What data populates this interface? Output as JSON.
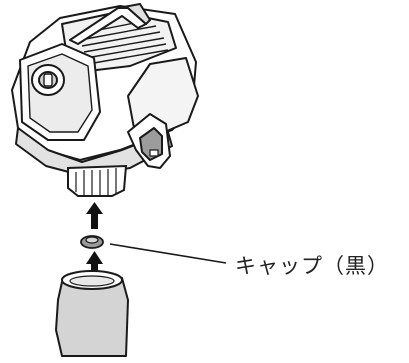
{
  "diagram": {
    "callout_label": "キャップ（黒）",
    "parts": {
      "device_body": "device-body",
      "handle": "handle",
      "control_knob": "control-knob",
      "connector": "connector",
      "filter_base": "filter-base",
      "cap": "cap",
      "filter_bag": "filter-bag"
    },
    "arrows": [
      "arrow-up",
      "arrow-up"
    ]
  },
  "colors": {
    "line": "#1a1a1a",
    "body_fill": "#ffffff",
    "shade_light": "#e6e6e6",
    "shade_mid": "#c8c8c8",
    "filter_fill": "#d4d4d4",
    "cap_fill": "#9a9a9a"
  }
}
